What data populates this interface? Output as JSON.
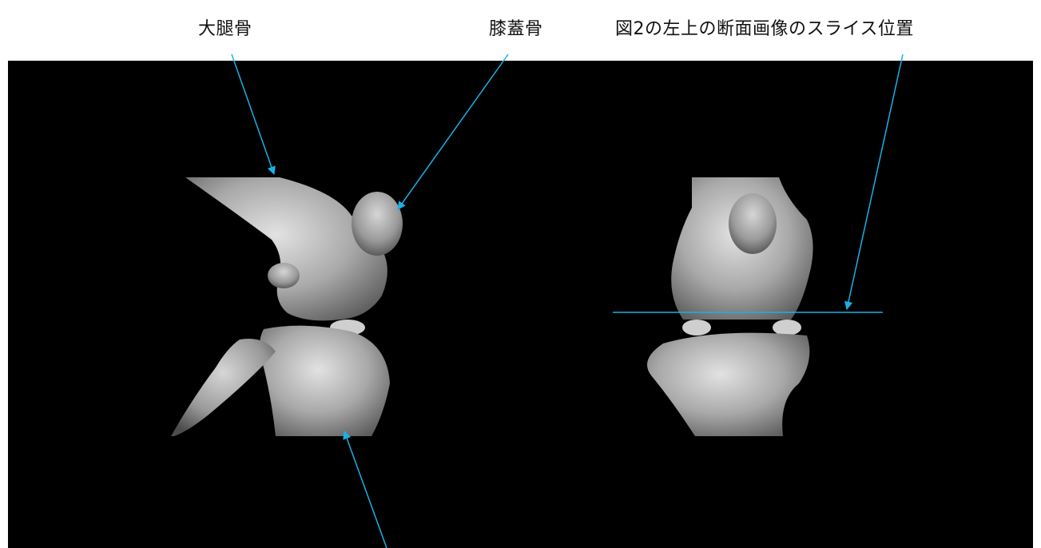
{
  "labels": {
    "femur": "大腿骨",
    "patella": "膝蓋骨",
    "slice_position": "図2の左上の断面画像のスライス位置"
  },
  "colors": {
    "background_panel": "#000000",
    "pointer": "#1ab0e6",
    "bone": "#bdbdbd"
  }
}
